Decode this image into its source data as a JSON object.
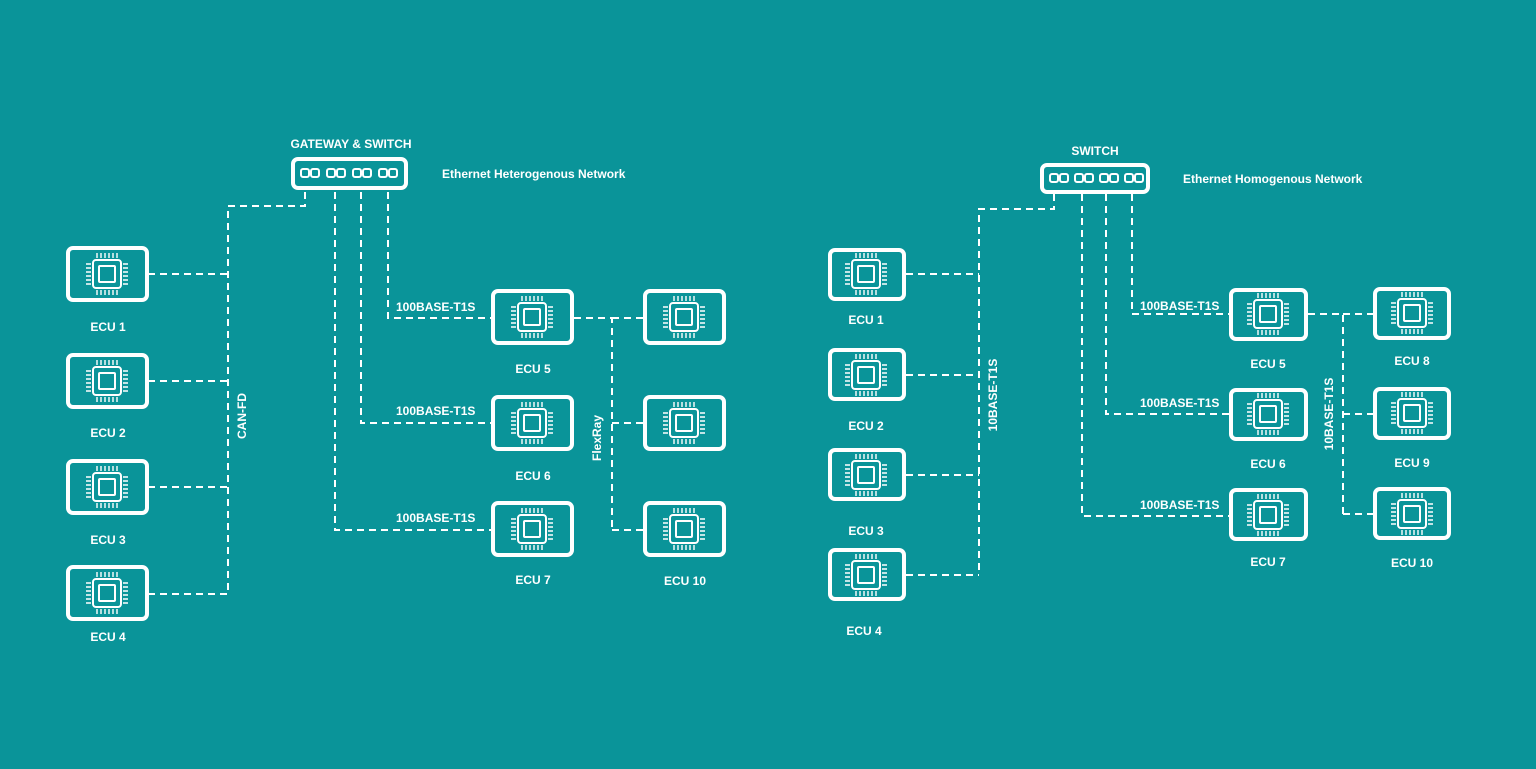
{
  "colors": {
    "background": "#0a9499",
    "foreground": "#ffffff"
  },
  "heterogeneous": {
    "switch_label": "GATEWAY & SWITCH",
    "network_label": "Ethernet Heterogenous Network",
    "bus_can": "CAN-FD",
    "bus_flexray": "FlexRay",
    "link_label": "100BASE-T1S",
    "ecus": [
      "ECU 1",
      "ECU 2",
      "ECU 3",
      "ECU 4",
      "ECU 5",
      "ECU 6",
      "ECU 7",
      "ECU 10"
    ]
  },
  "homogeneous": {
    "switch_label": "SWITCH",
    "network_label": "Ethernet Homogenous Network",
    "bus_left": "10BASE-T1S",
    "bus_right": "10BASE-T1S",
    "link_label": "100BASE-T1S",
    "ecus": [
      "ECU 1",
      "ECU 2",
      "ECU 3",
      "ECU 4",
      "ECU 5",
      "ECU 6",
      "ECU 7",
      "ECU 8",
      "ECU 9",
      "ECU 10"
    ]
  },
  "icons": {
    "ecu": "microchip-icon",
    "switch": "network-switch-icon"
  }
}
